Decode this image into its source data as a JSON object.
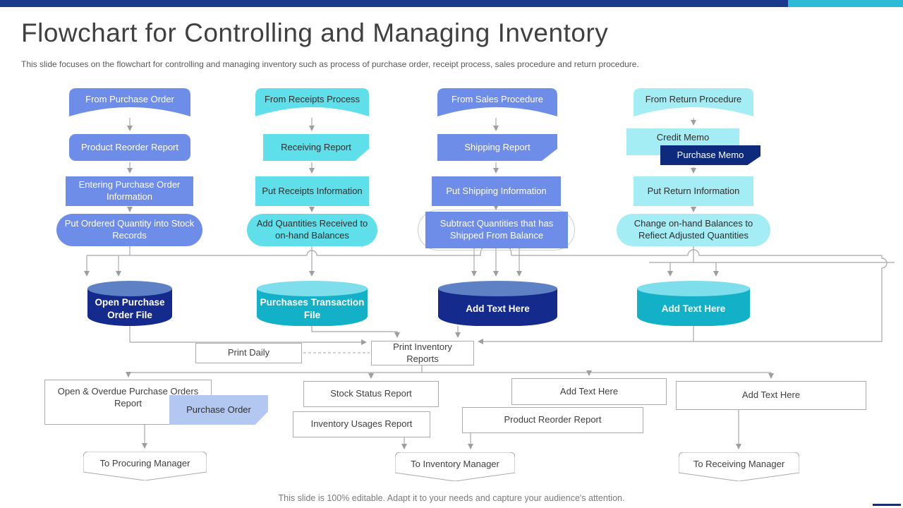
{
  "slide": {
    "title": "Flowchart for Controlling and Managing Inventory",
    "subtitle": "This slide focuses on the flowchart for controlling and managing inventory such as process of purchase order, receipt process, sales procedure and return procedure.",
    "footer": "This slide is 100% editable. Adapt it to your needs and capture your audience's attention."
  },
  "flow": {
    "purchase": {
      "start": "From Purchase Order",
      "reorder_report": "Product Reorder Report",
      "entering_info": "Entering Purchase Order Information",
      "put_ordered": "Put Ordered Quantity into Stock Records",
      "file": "Open Purchase Order File"
    },
    "receipts": {
      "start": "From Receipts Process",
      "receiving_report": "Receiving Report",
      "put_receipts": "Put Receipts Information",
      "add_quantities": "Add Quantities Received to on-hand Balances",
      "file": "Purchases Transaction File"
    },
    "sales": {
      "start": "From Sales Procedure",
      "shipping_report": "Shipping Report",
      "put_shipping": "Put Shipping Information",
      "subtract_quantities": "Subtract Quantities that has Shipped From Balance",
      "file": "Add Text Here"
    },
    "returns": {
      "start": "From Return Procedure",
      "credit_memo": "Credit Memo",
      "purchase_memo": "Purchase Memo",
      "put_return": "Put Return Information",
      "change_balances": "Change on-hand Balances to Refiect Adjusted Quantities",
      "file": "Add Text Here"
    }
  },
  "print": {
    "daily": "Print Daily",
    "inventory_reports": "Print Inventory Reports"
  },
  "reports": {
    "open_overdue": "Open & Overdue Purchase Orders Report",
    "purchase_order": "Purchase Order",
    "stock_status": "Stock Status Report",
    "inventory_usages": "Inventory Usages Report",
    "add_text_mid": "Add Text Here",
    "product_reorder": "Product Reorder Report",
    "add_text_right": "Add Text Here"
  },
  "managers": {
    "procuring": "To Procuring Manager",
    "inventory": "To Inventory Manager",
    "receiving": "To Receiving Manager"
  },
  "colors": {
    "topbar_navy": "#1b3a8c",
    "topbar_cyan": "#2cbbd6",
    "periwinkle": "#6e8de8",
    "cyan": "#5fdfe9",
    "light_cyan": "#a4edf5",
    "memo_navy": "#0e2a7d",
    "light_periwinkle": "#b2c8f1",
    "cylinder_navy": "#142a8d",
    "cylinder_teal": "#13b1c7",
    "connector_gray": "#a6a6a6"
  }
}
